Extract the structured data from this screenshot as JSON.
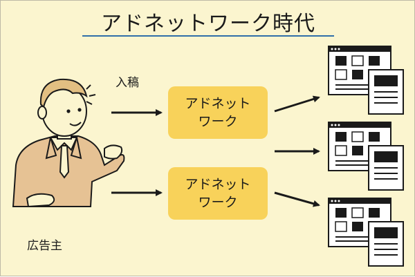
{
  "title": "アドネットワーク時代",
  "labels": {
    "submit": "入稿",
    "advertiser": "広告主"
  },
  "networks": [
    {
      "label": "アドネット\nワーク"
    },
    {
      "label": "アドネット\nワーク"
    }
  ],
  "colors": {
    "background": "#fbf5cf",
    "box_fill": "#f8d25a",
    "title_underline": "#2f6ea9",
    "suit": "#e6c294",
    "hair": "#e2bf82",
    "skin": "#fbf5cf",
    "ink": "#1a1a1a"
  },
  "icons": [
    "advertiser-person-icon",
    "website-icon",
    "arrow-icon"
  ]
}
